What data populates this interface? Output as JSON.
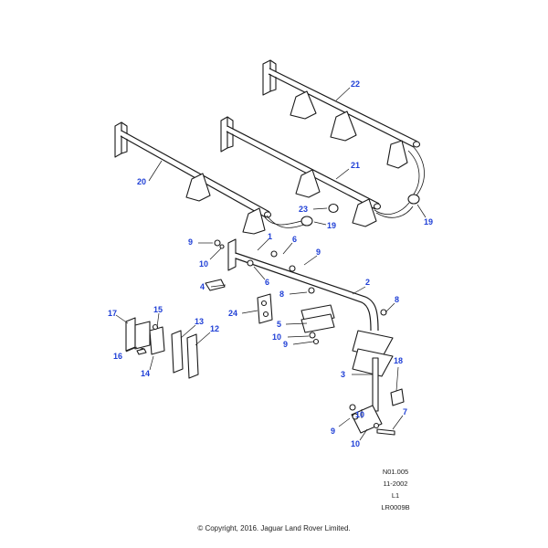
{
  "callouts": {
    "c1": "1",
    "c2": "2",
    "c3": "3",
    "c4": "4",
    "c5": "5",
    "c6a": "6",
    "c6b": "6",
    "c7": "7",
    "c8a": "8",
    "c8b": "8",
    "c9a": "9",
    "c9b": "9",
    "c9c": "9",
    "c9d": "9",
    "c10a": "10",
    "c10b": "10",
    "c10c": "10",
    "c10d": "10",
    "c12": "12",
    "c13": "13",
    "c14": "14",
    "c15": "15",
    "c16": "16",
    "c17": "17",
    "c18": "18",
    "c19a": "19",
    "c19b": "19",
    "c20": "20",
    "c21": "21",
    "c22": "22",
    "c23": "23",
    "c24": "24"
  },
  "reference": {
    "drawing_code": "N01.005",
    "date": "11-2002",
    "level": "L1",
    "illustration_id": "LR0009B"
  },
  "copyright": "© Copyright, 2016. Jaguar Land Rover Limited.",
  "colors": {
    "callout": "#1f3fd6",
    "line": "#1a1a1a"
  }
}
